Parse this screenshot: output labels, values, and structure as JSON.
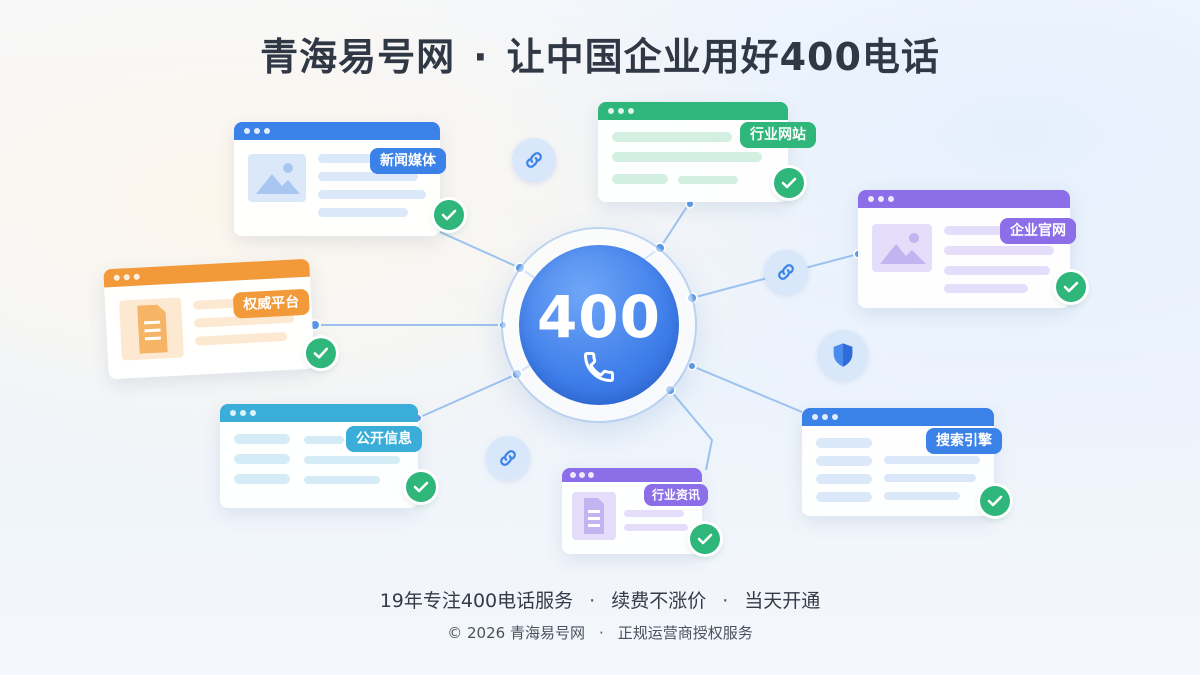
{
  "title": {
    "brand": "青海易号网",
    "separator": "·",
    "slogan": "让中国企业用好400电话"
  },
  "hub": {
    "number": "400",
    "icon": "phone-icon"
  },
  "channels": [
    {
      "label": "新闻媒体",
      "color": "#3b82e8",
      "icon": "image-icon"
    },
    {
      "label": "行业网站",
      "color": "#2fb67a",
      "icon": "text-lines-icon"
    },
    {
      "label": "企业官网",
      "color": "#8b6ee8",
      "icon": "image-icon"
    },
    {
      "label": "权威平台",
      "color": "#f29a3a",
      "icon": "document-icon"
    },
    {
      "label": "公开信息",
      "color": "#3aaed8",
      "icon": "list-icon"
    },
    {
      "label": "行业资讯",
      "color": "#8b6ee8",
      "icon": "document-icon"
    },
    {
      "label": "搜索引擎",
      "color": "#3b82e8",
      "icon": "list-icon"
    }
  ],
  "status_icon": "check-icon",
  "link_icon": "link-icon",
  "shield_icon": "shield-icon",
  "footer": {
    "features": [
      "19年专注400电话服务",
      "续费不涨价",
      "当天开通"
    ],
    "separator": "·",
    "copyright": "© 2026 青海易号网",
    "authorization": "正规运营商授权服务"
  }
}
